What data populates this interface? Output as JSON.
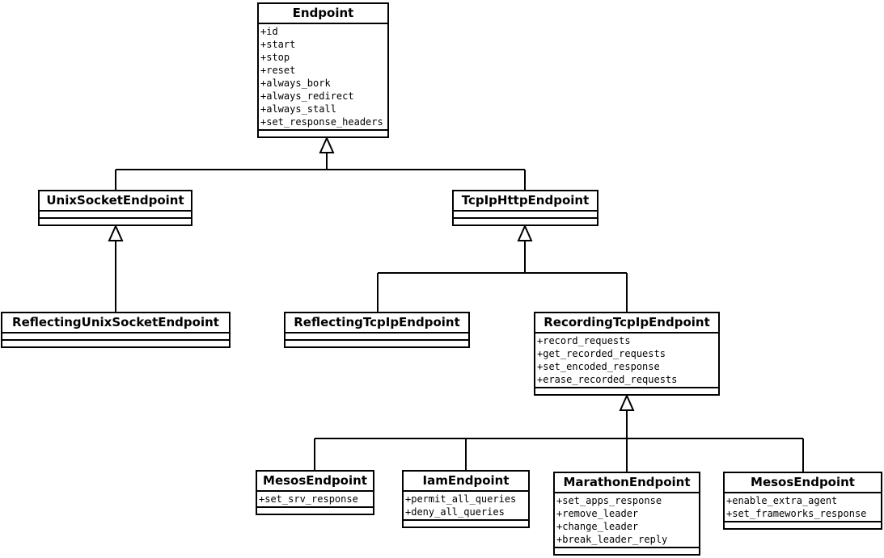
{
  "diagram": {
    "kind": "uml-class-diagram",
    "classes": [
      {
        "name": "Endpoint",
        "attributes": [
          "+id",
          "+start",
          "+stop",
          "+reset",
          "+always_bork",
          "+always_redirect",
          "+always_stall",
          "+set_response_headers"
        ]
      },
      {
        "name": "UnixSocketEndpoint",
        "attributes": []
      },
      {
        "name": "TcpIpHttpEndpoint",
        "attributes": []
      },
      {
        "name": "ReflectingUnixSocketEndpoint",
        "attributes": []
      },
      {
        "name": "ReflectingTcpIpEndpoint",
        "attributes": []
      },
      {
        "name": "RecordingTcpIpEndpoint",
        "attributes": [
          "+record_requests",
          "+get_recorded_requests",
          "+set_encoded_response",
          "+erase_recorded_requests"
        ]
      },
      {
        "name": "MesosEndpoint",
        "attributes": [
          "+set_srv_response"
        ]
      },
      {
        "name": "IamEndpoint",
        "attributes": [
          "+permit_all_queries",
          "+deny_all_queries"
        ]
      },
      {
        "name": "MarathonEndpoint",
        "attributes": [
          "+set_apps_response",
          "+remove_leader",
          "+change_leader",
          "+break_leader_reply"
        ]
      },
      {
        "name": "MesosEndpoint",
        "attributes": [
          "+enable_extra_agent",
          "+set_frameworks_response"
        ]
      }
    ],
    "relationships": [
      {
        "type": "generalization",
        "child": "UnixSocketEndpoint",
        "parent": "Endpoint"
      },
      {
        "type": "generalization",
        "child": "TcpIpHttpEndpoint",
        "parent": "Endpoint"
      },
      {
        "type": "generalization",
        "child": "ReflectingUnixSocketEndpoint",
        "parent": "UnixSocketEndpoint"
      },
      {
        "type": "generalization",
        "child": "ReflectingTcpIpEndpoint",
        "parent": "TcpIpHttpEndpoint"
      },
      {
        "type": "generalization",
        "child": "RecordingTcpIpEndpoint",
        "parent": "TcpIpHttpEndpoint"
      },
      {
        "type": "generalization",
        "child": "MesosEndpoint",
        "parent": "RecordingTcpIpEndpoint"
      },
      {
        "type": "generalization",
        "child": "IamEndpoint",
        "parent": "RecordingTcpIpEndpoint"
      },
      {
        "type": "generalization",
        "child": "MarathonEndpoint",
        "parent": "RecordingTcpIpEndpoint"
      },
      {
        "type": "generalization",
        "child": "MesosEndpoint",
        "parent": "RecordingTcpIpEndpoint"
      }
    ],
    "colors": {
      "line": "#000000",
      "box_border": "#000000",
      "box_fill": "#ffffff",
      "text": "#000000",
      "background": "#ffffff"
    }
  }
}
